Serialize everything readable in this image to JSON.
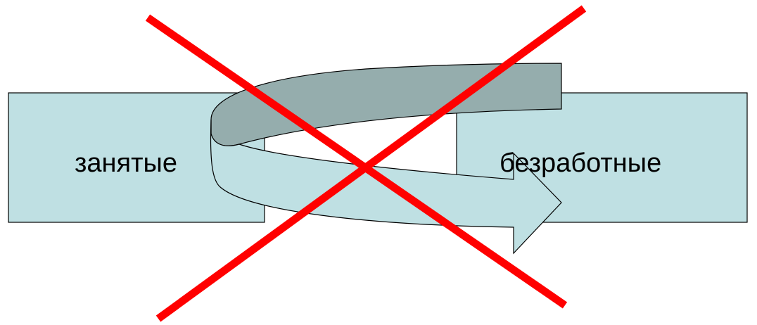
{
  "diagram": {
    "nodes": [
      {
        "id": "employed",
        "label": "занятые"
      },
      {
        "id": "unemployed",
        "label": "безработные"
      }
    ],
    "edges": [
      {
        "from": "employed",
        "to": "unemployed",
        "style": "curved-circular-arrow",
        "crossed_out": true
      }
    ],
    "colors": {
      "box_fill": "#bfe0e3",
      "arrow_back_fill": "#95adad",
      "cross": "#ff0000"
    }
  }
}
